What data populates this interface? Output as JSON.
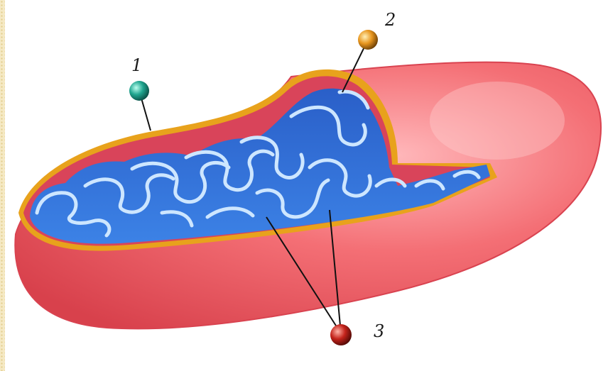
{
  "labels": [
    {
      "id": "1",
      "text": "1",
      "pin_color": "#1fa58f"
    },
    {
      "id": "2",
      "text": "2",
      "pin_color": "#e8961e"
    },
    {
      "id": "3",
      "text": "3",
      "pin_color": "#c4231b"
    }
  ],
  "colors": {
    "outer_membrane": "#ee5f66",
    "outer_edge": "#e8a21c",
    "matrix": "#2f6fd6",
    "cristae_edge": "#cde6ff",
    "inner_cut_pink": "#d9445a"
  }
}
